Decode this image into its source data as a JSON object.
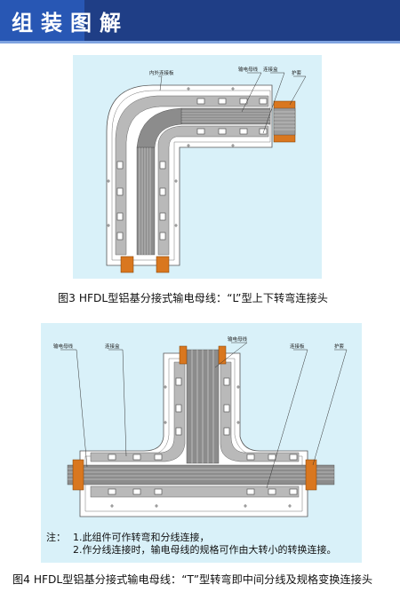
{
  "header": {
    "title": "组装图解",
    "color": "#1f3e86"
  },
  "figure3": {
    "caption": "图3 HFDL型铝基分接式输电母线：“L”型上下转弯连接头",
    "labels": {
      "inner_outer_plate": "内外连接板",
      "busbar": "输电母线",
      "connector_box": "连接盒",
      "sleeve": "护套"
    }
  },
  "figure4": {
    "caption": "图4 HFDL型铝基分接式输电母线：“T”型转弯即中间分线及规格变换连接头",
    "labels": {
      "busbar_left": "输电母线",
      "connector_box": "连接盒",
      "busbar_top": "输电母线",
      "connector_plate": "连接板",
      "sleeve": "护套"
    },
    "note": {
      "label": "注：",
      "line1": "1.此组件可作转弯和分线连接，",
      "line2": "2.作分线连接时，输电母线的规格可作由大转小的转换连接。"
    }
  },
  "colors": {
    "panel_bg": "#d9f1f9",
    "housing": "#ffffff",
    "plate": "#b9b9b9",
    "bar_dark": "#5a5a5a",
    "bar_light": "#9a9a9a",
    "sleeve": "#d9771f"
  }
}
